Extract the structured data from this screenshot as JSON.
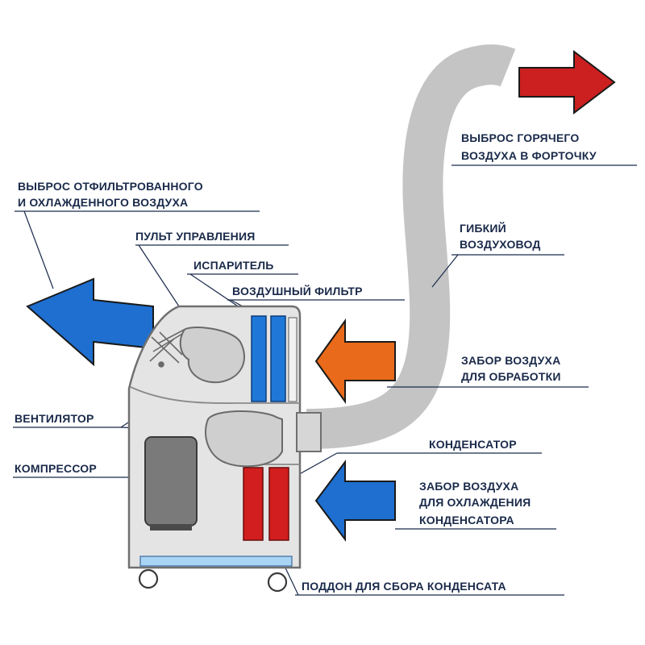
{
  "labels": {
    "cooled_air_out_1": "ВЫБРОС ОТФИЛЬТРОВАННОГО",
    "cooled_air_out_2": "И ОХЛАЖДЕННОГО ВОЗДУХА",
    "control_panel": "ПУЛЬТ УПРАВЛЕНИЯ",
    "evaporator": "ИСПАРИТЕЛЬ",
    "air_filter": "ВОЗДУШНЫЙ ФИЛЬТР",
    "fan": "ВЕНТИЛЯТОР",
    "compressor": "КОМПРЕССОР",
    "hot_air_out_1": "ВЫБРОС ГОРЯЧЕГО",
    "hot_air_out_2": "ВОЗДУХА В ФОРТОЧКУ",
    "flexible_duct_1": "ГИБКИЙ",
    "flexible_duct_2": "ВОЗДУХОВОД",
    "air_intake_1": "ЗАБОР ВОЗДУХА",
    "air_intake_2": "ДЛЯ ОБРАБОТКИ",
    "condenser": "КОНДЕНСАТОР",
    "condenser_intake_1": "ЗАБОР ВОЗДУХА",
    "condenser_intake_2": "ДЛЯ ОХЛАЖДЕНИЯ",
    "condenser_intake_3": "КОНДЕНСАТОРА",
    "drain_tray": "ПОДДОН ДЛЯ СБОРА КОНДЕНСАТА"
  },
  "colors": {
    "cool_air_arrow": "#1e6fd0",
    "hot_air_arrow": "#cc1f1f",
    "intake_arrow": "#e86a1a",
    "evaporator": "#1f78d8",
    "condenser": "#d21e1e",
    "duct": "#c4c4c4",
    "unit_body": "#e4e4e4",
    "drain_tray": "#a8d4f5"
  }
}
